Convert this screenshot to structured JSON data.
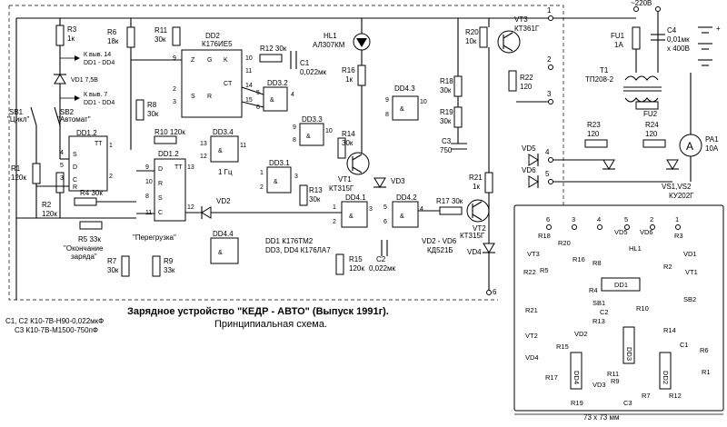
{
  "title": "Зарядное устройство \"КЕДР - АВТО\" (Выпуск 1991г).",
  "subtitle": "Принципиальная схема.",
  "notes": {
    "caps1": "C1, C2 К10-7В-Н90-0,022мкФ",
    "caps2": "C3 К10-7В-М1500-750пФ",
    "ics1": "DD1 К176ТМ2",
    "ics2": "DD3, DD4 К176ЛА7",
    "diodes": "VD2 - VD6",
    "diodes_type": "КД521Б",
    "board_size": "73 x 73 мм"
  },
  "components": {
    "R3": "R3",
    "R3v": "1к",
    "R6": "R6",
    "R6v": "18к",
    "R11": "R11",
    "R11v": "30к",
    "DD2": "DD2",
    "DD2t": "К176ИЕ5",
    "R12": "R12 30к",
    "C1": "C1",
    "C1v": "0,022мк",
    "HL1": "HL1",
    "HL1t": "АЛ307КМ",
    "R16": "R16",
    "R16v": "1к",
    "R20": "R20",
    "R20v": "10к",
    "VT3": "VT3",
    "VT3t": "КТ361Г",
    "FU1": "FU1",
    "FU1v": "1А",
    "C4": "C4",
    "C4v": "0,01мк",
    "C4v2": "x 400В",
    "T1": "Т1",
    "T1t": "ТП208-2",
    "FU2": "FU2",
    "mains": "~220В",
    "R18": "R18",
    "R18v": "30к",
    "R22": "R22",
    "R22v": "120",
    "R19": "R19",
    "R19v": "30к",
    "C3": "C3",
    "C3v": "750",
    "R23": "R23",
    "R23v": "120",
    "R24": "R24",
    "R24v": "120",
    "PA1": "PA1",
    "PA1v": "10А",
    "VD5": "VD5",
    "VD6": "VD6",
    "VS": "VS1,VS2",
    "VSt": "КУ202Г",
    "R21": "R21",
    "R21v": "1к",
    "VT2": "VT2",
    "VT2t": "КТ315Г",
    "VD4": "VD4",
    "R17": "R17 30к",
    "VD3": "VD3",
    "VT1": "VT1",
    "VT1t": "КТ315Г",
    "R14": "R14",
    "R14v": "30к",
    "R13": "R13",
    "R13v": "30к",
    "R15": "R15",
    "R15v": "120к",
    "C2": "C2",
    "C2v": "0,022мк",
    "DD32": "DD3.2",
    "DD33": "DD3.3",
    "DD31": "DD3.1",
    "DD34": "DD3.4",
    "DD41": "DD4.1",
    "DD42": "DD4.2",
    "DD43": "DD4.3",
    "DD44": "DD4.4",
    "R8": "R8",
    "R8v": "30к",
    "R10": "R10 120к",
    "DD12a": "DD1.2",
    "DD12b": "DD1.2",
    "hz": "1 Гц",
    "VD2": "VD2",
    "R4": "R4 30к",
    "R5": "R5 33к",
    "charge_end": "\"Окончание",
    "charge_end2": "заряда\"",
    "R7": "R7",
    "R7v": "30к",
    "R9": "R9",
    "R9v": "33к",
    "overload": "\"Перегрузка\"",
    "R1": "R1",
    "R1v": "120к",
    "R2": "R2",
    "R2v": "120к",
    "SB1": "SB1",
    "SB1t": "\"Цикл\"",
    "SB2": "SB2",
    "SB2t": "\"Автомат\"",
    "VD1": "VD1 7,5В",
    "pin14": "К выв. 14",
    "pin14b": "DD1 - DD4",
    "pin7": "К выв. 7",
    "pin7b": "DD1 - DD4"
  },
  "terminals": [
    "1",
    "2",
    "3",
    "4",
    "5",
    "6"
  ],
  "pcb_labels": {
    "top": [
      "6",
      "3",
      "4",
      "5",
      "2",
      "1"
    ],
    "parts": [
      "R18",
      "R20",
      "VD5",
      "VD6",
      "R3",
      "VT3",
      "R16",
      "HL1",
      "VD1",
      "R5",
      "R8",
      "R2",
      "VT1",
      "R22",
      "R4",
      "DD1",
      "SB1",
      "SB2",
      "C2",
      "R10",
      "R21",
      "VT2",
      "VD2",
      "R13",
      "DD3",
      "R14",
      "R15",
      "C1",
      "R6",
      "VD4",
      "DD4",
      "DD2",
      "R11",
      "R17",
      "R9",
      "R1",
      "VD3",
      "C3",
      "R7",
      "R12",
      "R19"
    ]
  }
}
